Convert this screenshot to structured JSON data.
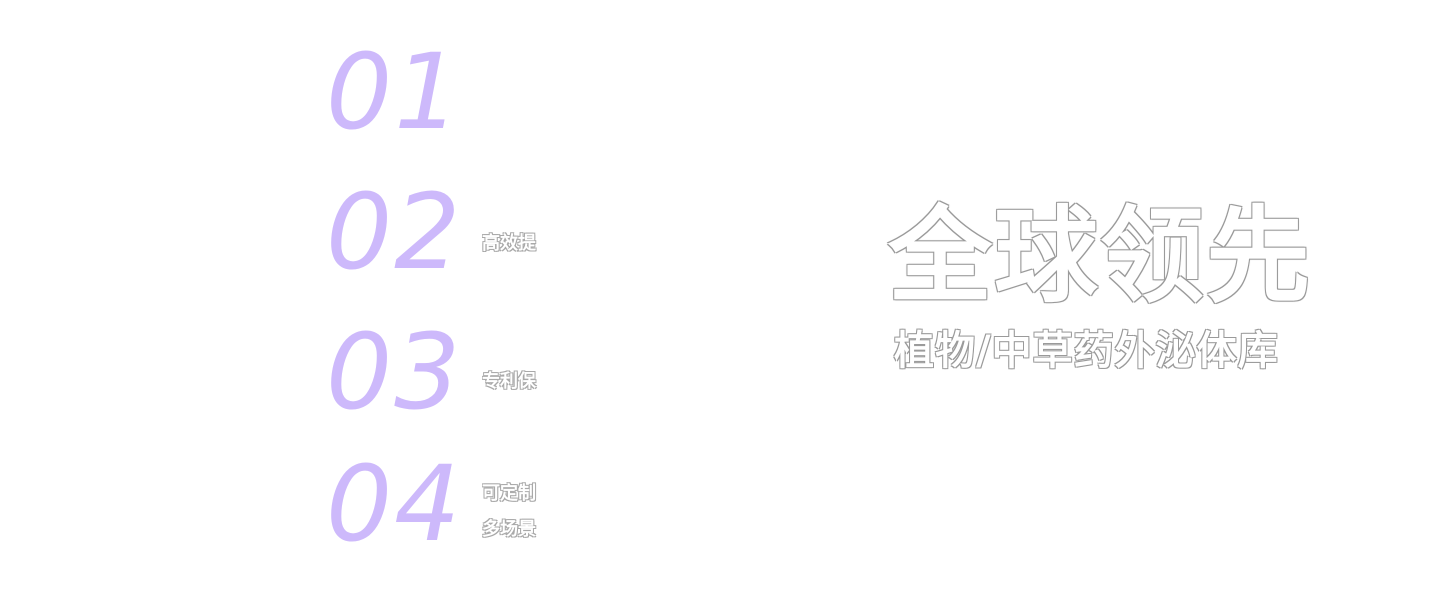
{
  "features": [
    {
      "number": "01",
      "lines": []
    },
    {
      "number": "02",
      "lines": [
        "高效提"
      ]
    },
    {
      "number": "03",
      "lines": [
        "专利保"
      ]
    },
    {
      "number": "04",
      "lines": [
        "可定制",
        "多场景"
      ]
    }
  ],
  "hero": {
    "title": "全球领先",
    "subtitle": "植物/中草药外泌体库"
  },
  "colors": {
    "number_color": "#cdb9fb",
    "outline_gray": "#9a9a9a",
    "background": "#ffffff"
  }
}
